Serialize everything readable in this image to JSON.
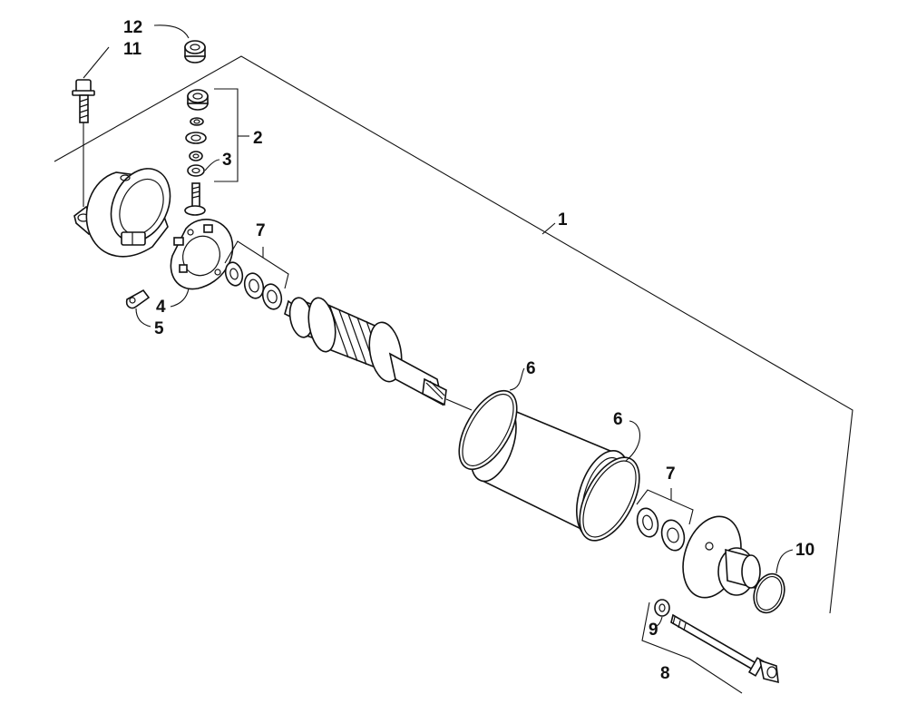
{
  "callouts": {
    "c1": "1",
    "c2": "2",
    "c3": "3",
    "c4": "4",
    "c5": "5",
    "c6a": "6",
    "c6b": "6",
    "c7a": "7",
    "c7b": "7",
    "c8": "8",
    "c9": "9",
    "c10": "10",
    "c11": "11",
    "c12": "12"
  }
}
